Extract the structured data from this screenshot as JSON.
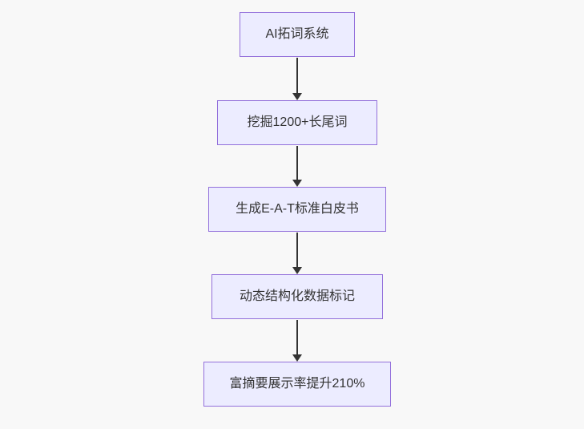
{
  "diagram": {
    "type": "flowchart",
    "direction": "top-to-bottom",
    "nodes": [
      {
        "id": "node-1",
        "label": "AI拓词系统"
      },
      {
        "id": "node-2",
        "label": "挖掘1200+长尾词"
      },
      {
        "id": "node-3",
        "label": "生成E-A-T标准白皮书"
      },
      {
        "id": "node-4",
        "label": "动态结构化数据标记"
      },
      {
        "id": "node-5",
        "label": "富摘要展示率提升210%"
      }
    ],
    "edges": [
      {
        "from": "node-1",
        "to": "node-2"
      },
      {
        "from": "node-2",
        "to": "node-3"
      },
      {
        "from": "node-3",
        "to": "node-4"
      },
      {
        "from": "node-4",
        "to": "node-5"
      }
    ],
    "colors": {
      "background": "#f8f8f8",
      "node_fill": "#ECECFF",
      "node_border": "#9370DB",
      "node_text": "#333333",
      "arrow": "#333333"
    }
  }
}
